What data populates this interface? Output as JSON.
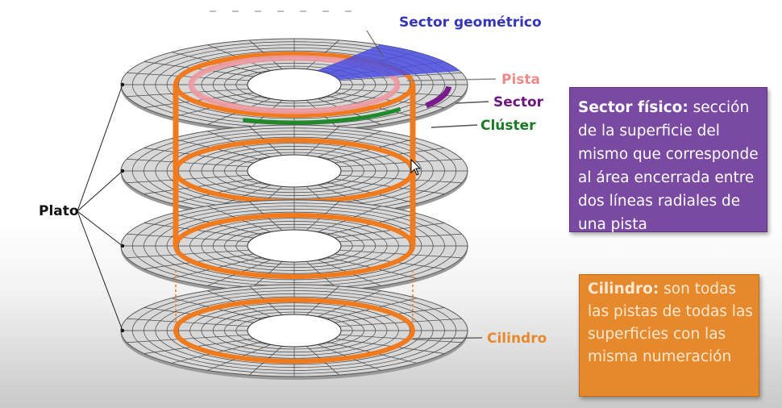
{
  "labels": {
    "sector_geometrico": "Sector geométrico",
    "pista": "Pista",
    "sector": "Sector",
    "cluster": "Clúster",
    "plato": "Plato",
    "cilindro": "Cilindro"
  },
  "sector_fisico_box": {
    "term": "Sector físico:",
    "definition": " sección de la superficie del mismo que corresponde al área encerrada entre dos líneas radiales de una pista"
  },
  "cilindro_box": {
    "term": "Cilindro:",
    "definition": " son todas las pistas de todas las superficies con las misma numeración"
  },
  "colors": {
    "platter": "#d8d8d8",
    "ring_orange": "#f07a1e",
    "pista_pink": "#f09aa0",
    "sector_purple": "#7b1a8c",
    "cluster_green": "#1f8a2a",
    "sector_geometrico_blue": "#4a4fe0",
    "sector_fisico_box": "#7a4aa3",
    "cilindro_box": "#e5892c"
  }
}
